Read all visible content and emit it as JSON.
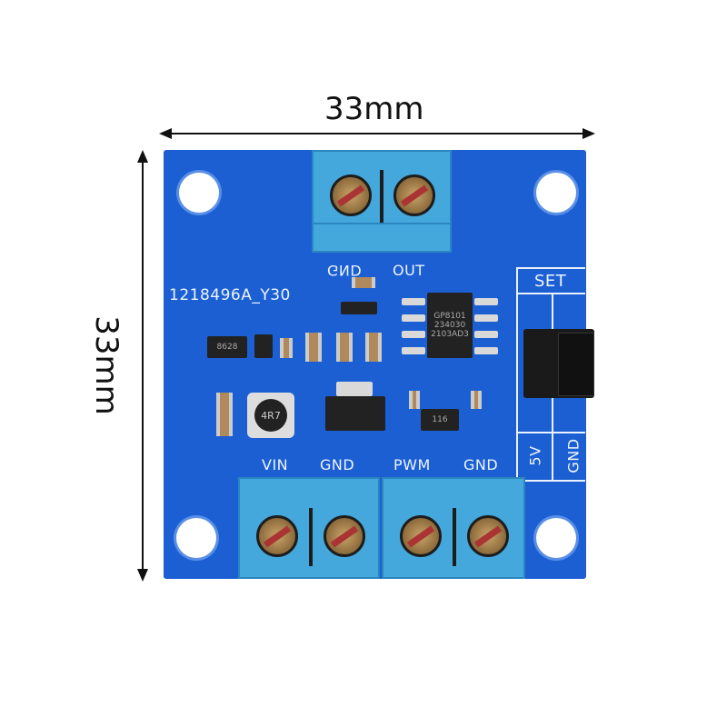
{
  "dimensions": {
    "width_label": "33mm",
    "height_label": "33mm"
  },
  "board": {
    "part_number": "1218496A_Y30",
    "top_terminal_labels": [
      "GND",
      "OUT"
    ],
    "bottom_terminal_labels": [
      "VIN",
      "GND",
      "PWM",
      "GND"
    ],
    "jumper": {
      "title": "SET",
      "options": [
        "5V",
        "GND"
      ]
    },
    "chips": {
      "main_ic": [
        "GP8101",
        "234030",
        "2103AD3"
      ],
      "sot_ic": "8628",
      "inductor": "4R7",
      "small_ic": "116"
    },
    "colors": {
      "pcb": "#1b5fd3",
      "terminal": "#45a8dc"
    }
  }
}
